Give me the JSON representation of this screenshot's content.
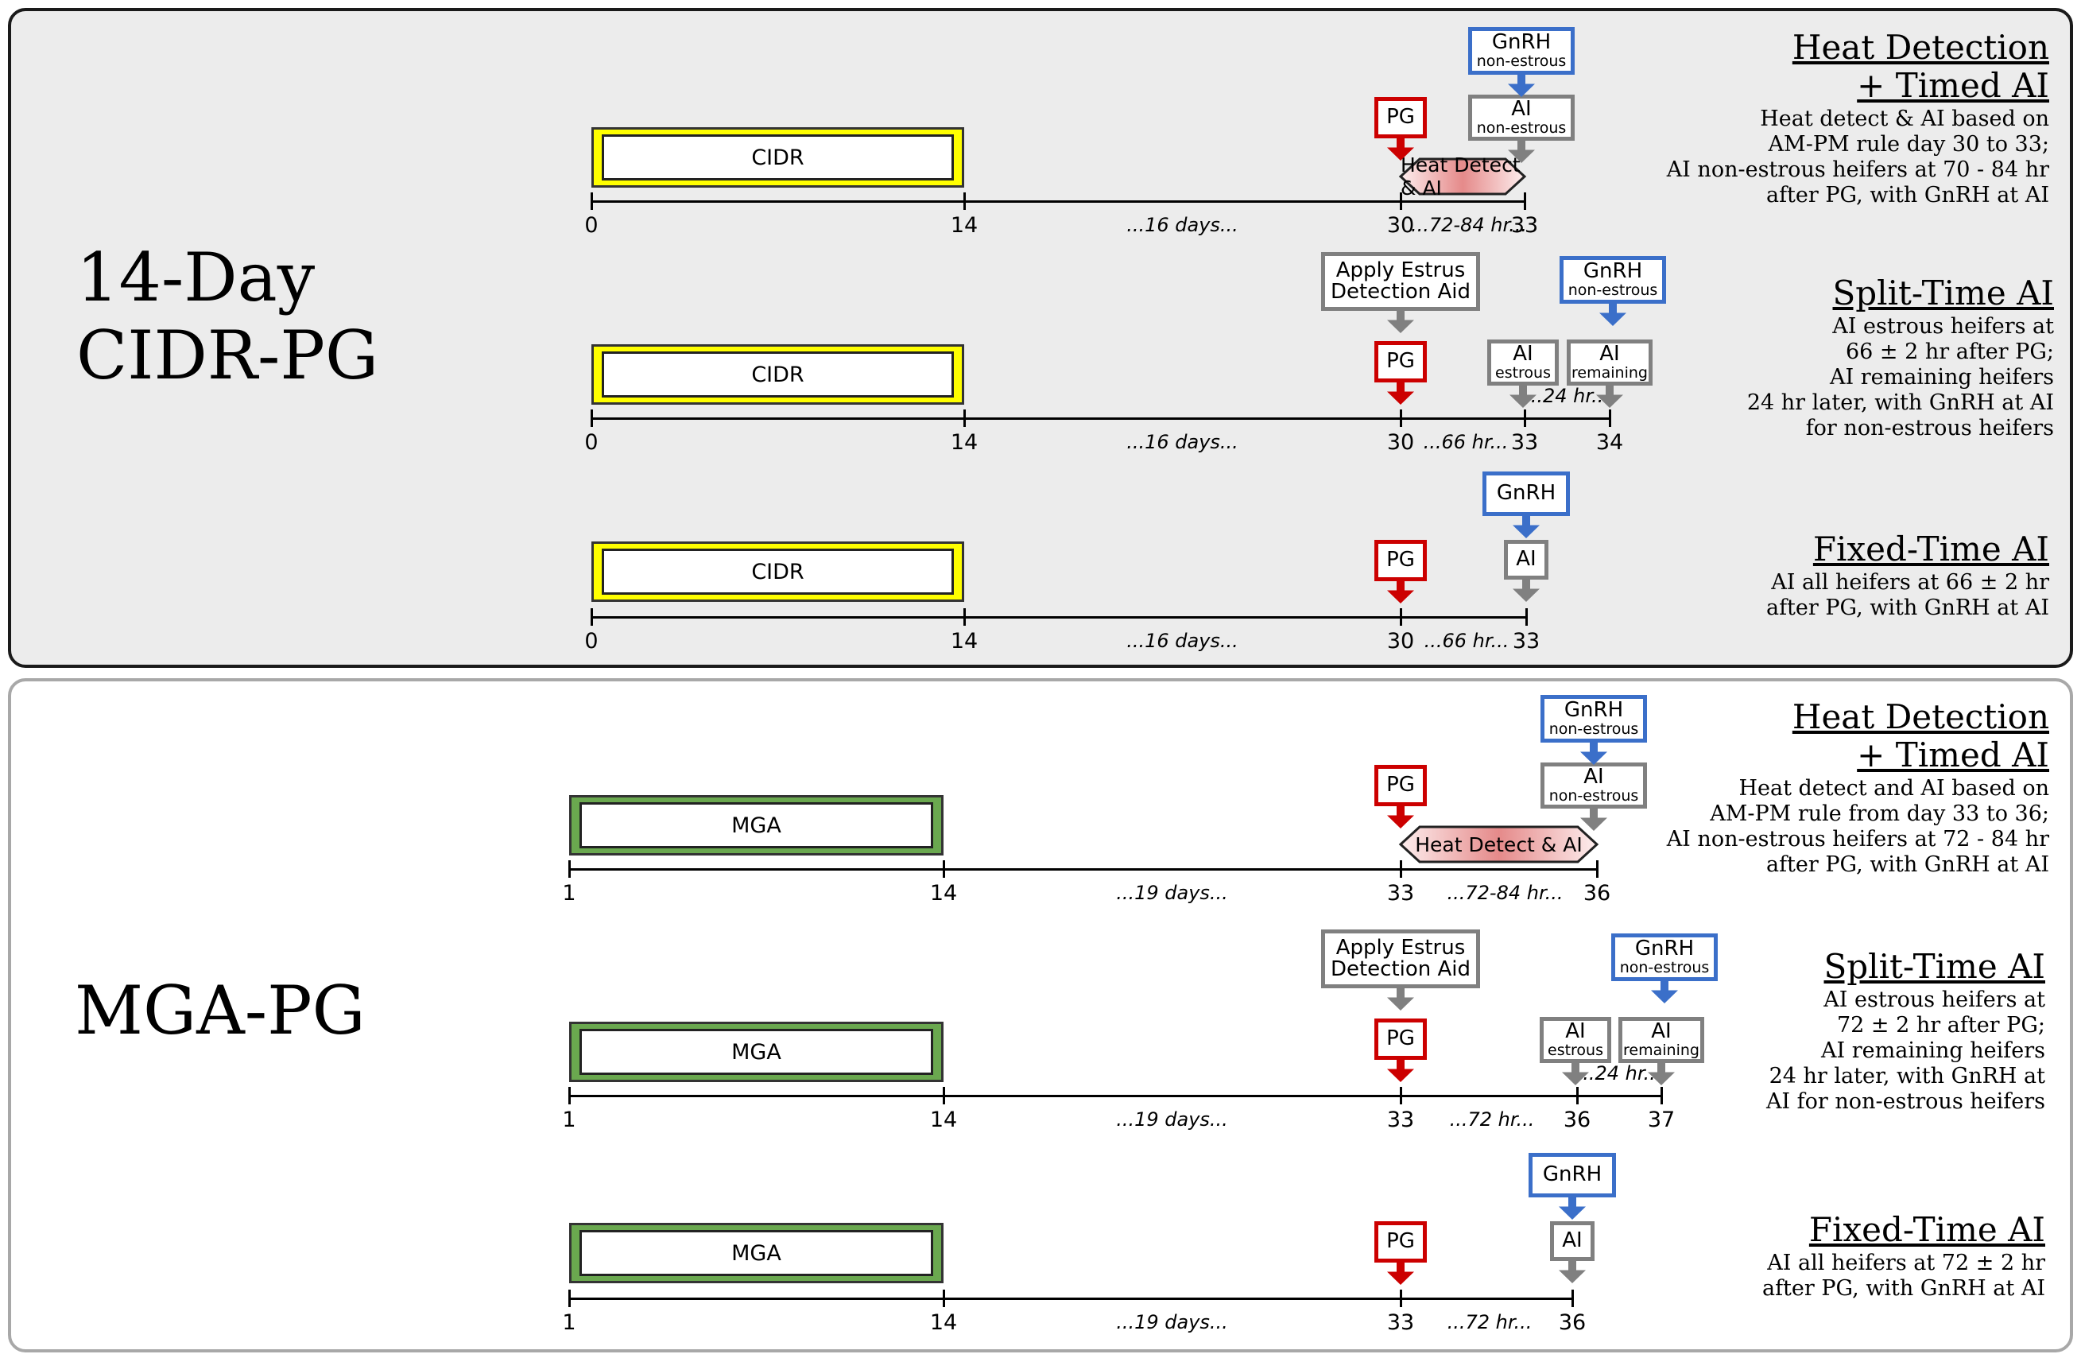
{
  "sections": [
    {
      "title_line1": "14-Day",
      "title_line2": "CIDR-PG",
      "device": "CIDR",
      "device_color": "#ffff00",
      "protocols": [
        {
          "title_line1": "Heat Detection",
          "title_line2": "+ Timed AI",
          "desc": [
            "Heat detect & AI based on",
            "AM-PM rule day 30 to 33;",
            "AI non-estrous heifers at 70 - 84 hr",
            "after PG, with GnRH at AI"
          ],
          "days": {
            "start": "0",
            "end_device": "14",
            "pg": "30",
            "ai": "33"
          },
          "gap_device": "...16 days...",
          "gap_pg": "...72-84 hr...",
          "pg_label": "PG",
          "heat_label": "Heat Detect & AI",
          "ai_label": "AI",
          "ai_sub": "non-estrous",
          "gnrh_label": "GnRH",
          "gnrh_sub": "non-estrous"
        },
        {
          "title_line1": "Split-Time AI",
          "desc": [
            "AI estrous heifers at",
            "66 ± 2 hr after PG;",
            "AI remaining heifers",
            "24 hr later, with GnRH at AI",
            "for non-estrous heifers"
          ],
          "days": {
            "start": "0",
            "end_device": "14",
            "pg": "30",
            "ai1": "33",
            "ai2": "34"
          },
          "gap_device": "...16 days...",
          "gap_pg": "...66 hr...",
          "gap_ai": "...24 hr...",
          "aid_line1": "Apply Estrus",
          "aid_line2": "Detection Aid",
          "pg_label": "PG",
          "ai1_label": "AI",
          "ai1_sub": "estrous",
          "ai2_label": "AI",
          "ai2_sub": "remaining",
          "gnrh_label": "GnRH",
          "gnrh_sub": "non-estrous"
        },
        {
          "title_line1": "Fixed-Time AI",
          "desc": [
            "AI all heifers at 66 ± 2 hr",
            "after PG, with GnRH at AI"
          ],
          "days": {
            "start": "0",
            "end_device": "14",
            "pg": "30",
            "ai": "33"
          },
          "gap_device": "...16 days...",
          "gap_pg": "...66 hr...",
          "pg_label": "PG",
          "ai_label": "AI",
          "gnrh_label": "GnRH"
        }
      ]
    },
    {
      "title_line1": "MGA-PG",
      "device": "MGA",
      "device_color": "#6aa84f",
      "protocols": [
        {
          "title_line1": "Heat Detection",
          "title_line2": "+ Timed AI",
          "desc": [
            "Heat detect and AI based on",
            "AM-PM rule from day 33 to 36;",
            "AI non-estrous heifers at 72 - 84 hr",
            "after PG, with GnRH at AI"
          ],
          "days": {
            "start": "1",
            "end_device": "14",
            "pg": "33",
            "ai": "36"
          },
          "gap_device": "...19 days...",
          "gap_pg": "...72-84 hr...",
          "pg_label": "PG",
          "heat_label": "Heat Detect & AI",
          "ai_label": "AI",
          "ai_sub": "non-estrous",
          "gnrh_label": "GnRH",
          "gnrh_sub": "non-estrous"
        },
        {
          "title_line1": "Split-Time AI",
          "desc": [
            "AI estrous heifers at",
            "72 ± 2 hr after PG;",
            "AI remaining heifers",
            "24 hr later, with GnRH at",
            "AI for non-estrous heifers"
          ],
          "days": {
            "start": "1",
            "end_device": "14",
            "pg": "33",
            "ai1": "36",
            "ai2": "37"
          },
          "gap_device": "...19 days...",
          "gap_pg": "...72 hr...",
          "gap_ai": "...24 hr...",
          "aid_line1": "Apply Estrus",
          "aid_line2": "Detection Aid",
          "pg_label": "PG",
          "ai1_label": "AI",
          "ai1_sub": "estrous",
          "ai2_label": "AI",
          "ai2_sub": "remaining",
          "gnrh_label": "GnRH",
          "gnrh_sub": "non-estrous"
        },
        {
          "title_line1": "Fixed-Time AI",
          "desc": [
            "AI all heifers at 72 ± 2 hr",
            "after PG, with GnRH at AI"
          ],
          "days": {
            "start": "1",
            "end_device": "14",
            "pg": "33",
            "ai": "36"
          },
          "gap_device": "...19 days...",
          "gap_pg": "...72 hr...",
          "pg_label": "PG",
          "ai_label": "AI",
          "gnrh_label": "GnRH"
        }
      ]
    }
  ],
  "colors": {
    "pg": "#cc0000",
    "gnrh": "#3b6fc9",
    "ai": "#808080",
    "heat": "#e58a8a"
  }
}
